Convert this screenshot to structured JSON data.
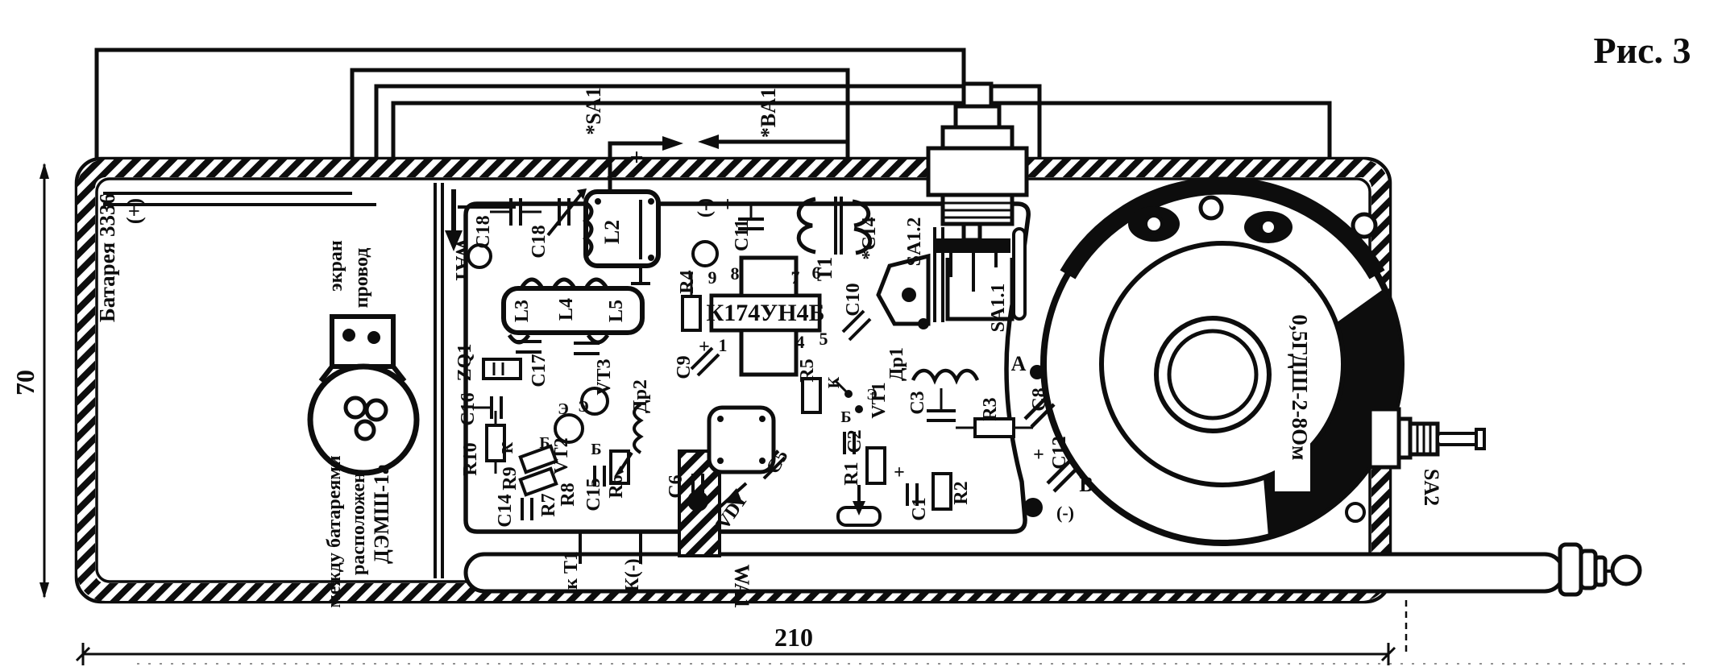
{
  "figure": {
    "caption": "Рис. 3"
  },
  "dimensions": {
    "length": "210",
    "height": "70"
  },
  "battery": {
    "label": "Батарея 3336",
    "polarity": "(+)"
  },
  "microphone": {
    "name": "ДЭМШ-1а",
    "note_line2": "расположен",
    "note_line3": "между батареями",
    "wire_shield": "экран",
    "wire_lead": "провод"
  },
  "speaker": {
    "label": "0,5ГДШ-2-8Ом"
  },
  "antenna": {
    "designator": "WA1",
    "jack": "SA2"
  },
  "switch": {
    "section1": "SA1.1",
    "section2": "SA1.2"
  },
  "ic": {
    "part": "К174УН4Б",
    "pin1": "1",
    "pin4": "4",
    "pin5": "5",
    "pin6": "6",
    "pin7": "7",
    "pin8": "8",
    "pin9": "9"
  },
  "tags": {
    "to_sa1": "*SA1",
    "to_ba1": "*BA1",
    "trim_c14": "*C14",
    "to_t1": "к Т1",
    "to_minus": "К(-)",
    "plus": "+",
    "minus": "(-)",
    "point_a": "A",
    "point_b": "В"
  },
  "board": {
    "c1": "C1",
    "c2": "C2",
    "c3": "C3",
    "c5": "C5",
    "c6": "C6",
    "c8": "C8",
    "c9": "C9",
    "c10": "C10",
    "c11": "C11",
    "c12": "C12",
    "c14": "C14",
    "c15": "C15",
    "c16": "C16",
    "c17": "C17",
    "c18": "C18",
    "r1": "R1",
    "r2": "R2",
    "r3": "R3",
    "r4": "R4",
    "r5": "R5",
    "r6": "R6",
    "r7": "R7",
    "r8": "R8",
    "r9": "R9",
    "r10": "R10",
    "l2": "L2",
    "l3": "L3",
    "l4": "L4",
    "l5": "L5",
    "zq1": "ZQ1",
    "t1": "T1",
    "vt1": "VT1",
    "vt2": "VT2",
    "vt3": "VT3",
    "vd1": "VD1",
    "dr1": "Др1",
    "dr2": "Др2",
    "pin_e": "Э",
    "pin_b": "Б",
    "pin_k": "К"
  }
}
